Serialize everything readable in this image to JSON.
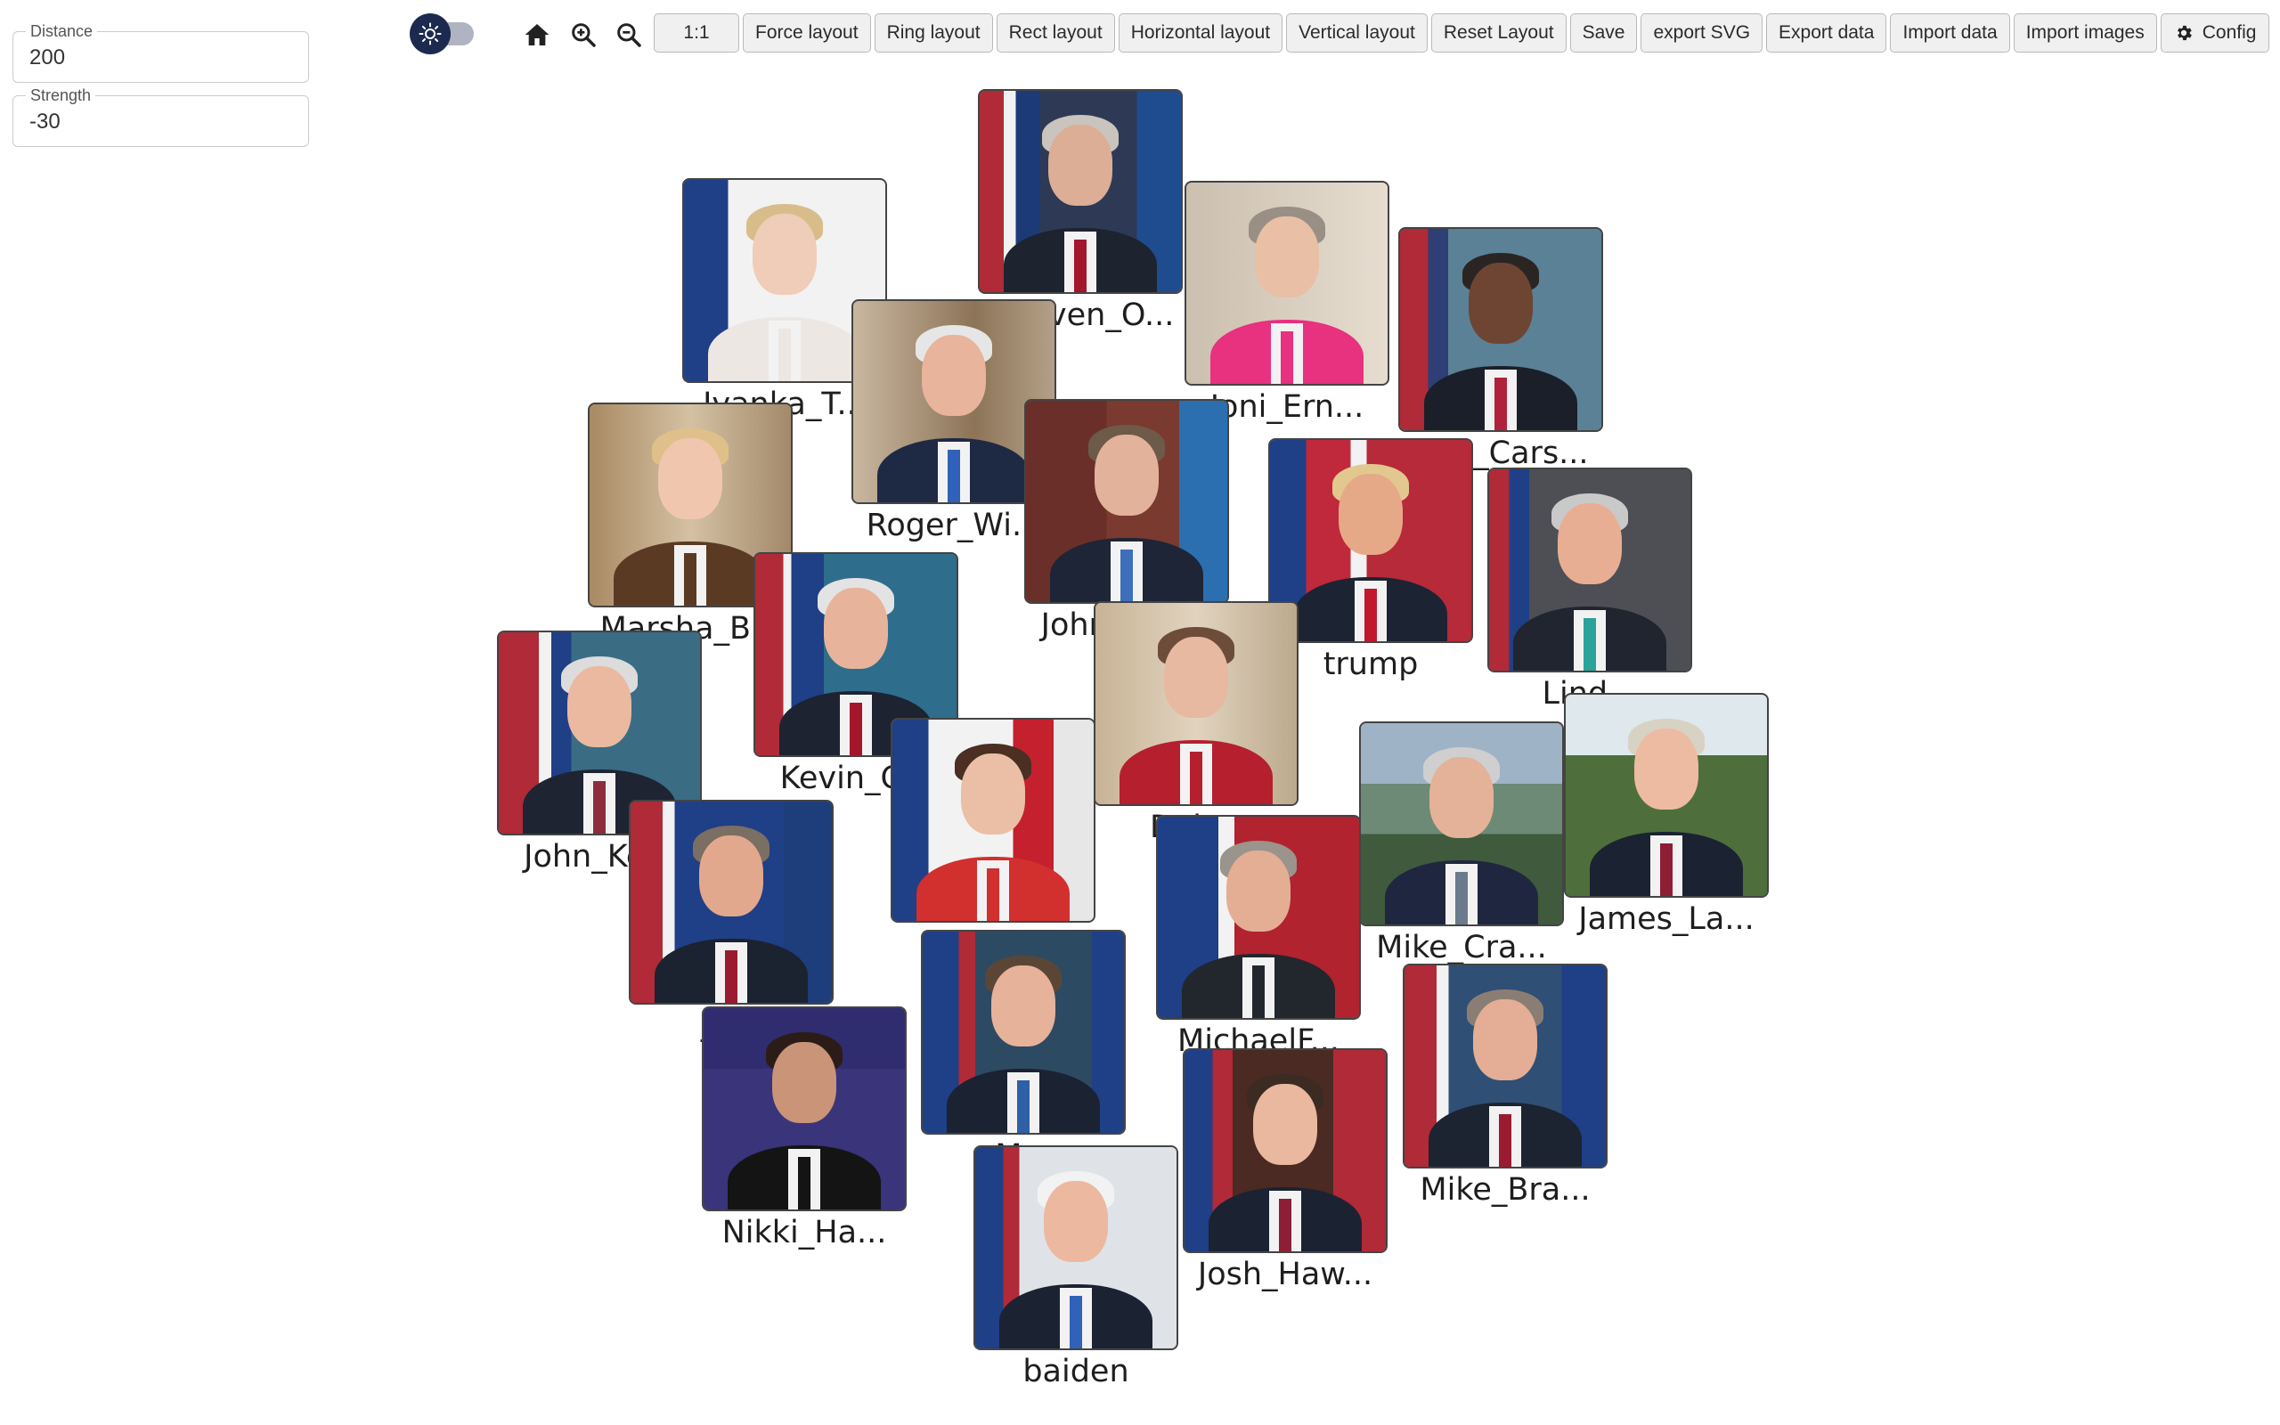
{
  "params": {
    "distance": {
      "label": "Distance",
      "value": "200"
    },
    "strength": {
      "label": "Strength",
      "value": "-30"
    }
  },
  "toolbar": {
    "icons": [
      "sun-icon",
      "home-icon",
      "zoom-in-icon",
      "zoom-out-icon"
    ],
    "buttons": [
      {
        "id": "ratio",
        "label": "1:1"
      },
      {
        "id": "force",
        "label": "Force layout"
      },
      {
        "id": "ring",
        "label": "Ring layout"
      },
      {
        "id": "rect",
        "label": "Rect layout"
      },
      {
        "id": "horizontal",
        "label": "Horizontal layout"
      },
      {
        "id": "vertical",
        "label": "Vertical layout"
      },
      {
        "id": "reset",
        "label": "Reset Layout"
      },
      {
        "id": "save",
        "label": "Save"
      },
      {
        "id": "export-svg",
        "label": "export SVG"
      },
      {
        "id": "export-data",
        "label": "Export data"
      },
      {
        "id": "import-data",
        "label": "Import data"
      },
      {
        "id": "import-images",
        "label": "Import images"
      }
    ],
    "config": {
      "label": "Config",
      "icon": "gear-icon"
    }
  },
  "theme": {
    "toggle_color": "#1b2a4e",
    "track_color": "#b0b4c2"
  },
  "nodes": [
    {
      "id": "hoeven",
      "label": "Hoeven_O..."
    },
    {
      "id": "ivanka",
      "label": "Ivanka_T..."
    },
    {
      "id": "joni",
      "label": "Joni_Ern..."
    },
    {
      "id": "carson",
      "label": "Ben_Cars..."
    },
    {
      "id": "roger",
      "label": "Roger_Wi..."
    },
    {
      "id": "marsha",
      "label": "Marsha_B..."
    },
    {
      "id": "thune",
      "label": "John_Thu..."
    },
    {
      "id": "trump",
      "label": "trump"
    },
    {
      "id": "lindsey",
      "label": "Lind..."
    },
    {
      "id": "kevin",
      "label": "Kevin_C..."
    },
    {
      "id": "kennedy",
      "label": "John_Ke..."
    },
    {
      "id": "deb",
      "label": "Deb..."
    },
    {
      "id": "britt",
      "label": "Katie_B..."
    },
    {
      "id": "crapo",
      "label": "Mike_Cra..."
    },
    {
      "id": "lankford",
      "label": "James_La..."
    },
    {
      "id": "risch",
      "label": "Ja..."
    },
    {
      "id": "flynn",
      "label": "MichaelF..."
    },
    {
      "id": "lee",
      "label": "M..."
    },
    {
      "id": "braun",
      "label": "Mike_Bra..."
    },
    {
      "id": "haley",
      "label": "Nikki_Ha..."
    },
    {
      "id": "hawley",
      "label": "Josh_Haw..."
    },
    {
      "id": "biden",
      "label": "baiden"
    }
  ]
}
